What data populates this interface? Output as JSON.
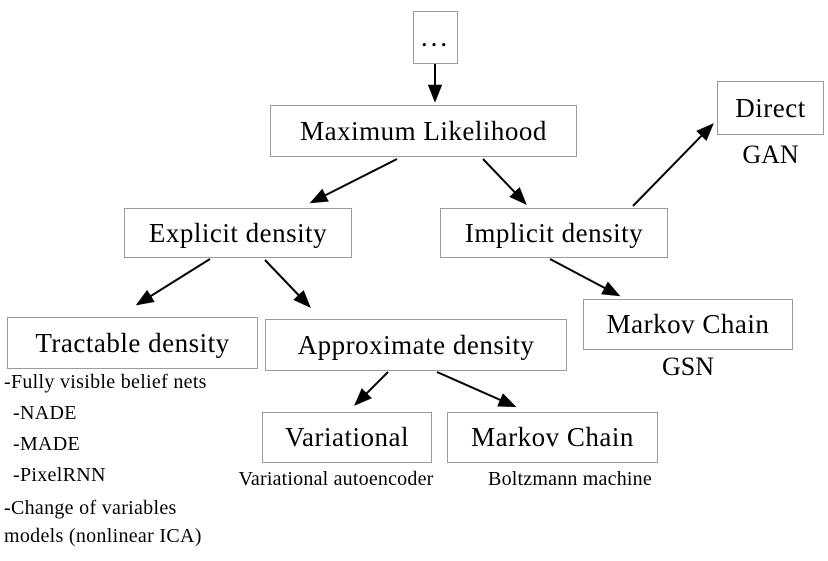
{
  "diagram": {
    "nodes": {
      "root": {
        "label": "..."
      },
      "maximum_likelihood": {
        "label": "Maximum Likelihood"
      },
      "explicit_density": {
        "label": "Explicit density"
      },
      "implicit_density": {
        "label": "Implicit density"
      },
      "tractable_density": {
        "label": "Tractable density"
      },
      "approximate_density": {
        "label": "Approximate density"
      },
      "variational": {
        "label": "Variational",
        "caption": "Variational autoencoder"
      },
      "markov_chain_middle": {
        "label": "Markov Chain",
        "caption": "Boltzmann machine"
      },
      "markov_chain_right": {
        "label": "Markov Chain",
        "caption": "GSN"
      },
      "direct": {
        "label": "Direct",
        "caption": "GAN"
      }
    },
    "tractable_list": [
      "-Fully visible belief nets",
      "-NADE",
      "-MADE",
      "-PixelRNN",
      "-Change of variables",
      "models (nonlinear ICA)"
    ],
    "edges": [
      {
        "from": "root",
        "to": "maximum_likelihood"
      },
      {
        "from": "maximum_likelihood",
        "to": "explicit_density"
      },
      {
        "from": "maximum_likelihood",
        "to": "implicit_density"
      },
      {
        "from": "explicit_density",
        "to": "tractable_density"
      },
      {
        "from": "explicit_density",
        "to": "approximate_density"
      },
      {
        "from": "approximate_density",
        "to": "variational"
      },
      {
        "from": "approximate_density",
        "to": "markov_chain_middle"
      },
      {
        "from": "implicit_density",
        "to": "markov_chain_right"
      },
      {
        "from": "implicit_density",
        "to": "direct"
      }
    ],
    "colors": {
      "background": "#ffffff",
      "box_border": "#9c9c9c",
      "box_fill": "#ffffff",
      "text": "#000000",
      "arrow": "#000000"
    }
  }
}
